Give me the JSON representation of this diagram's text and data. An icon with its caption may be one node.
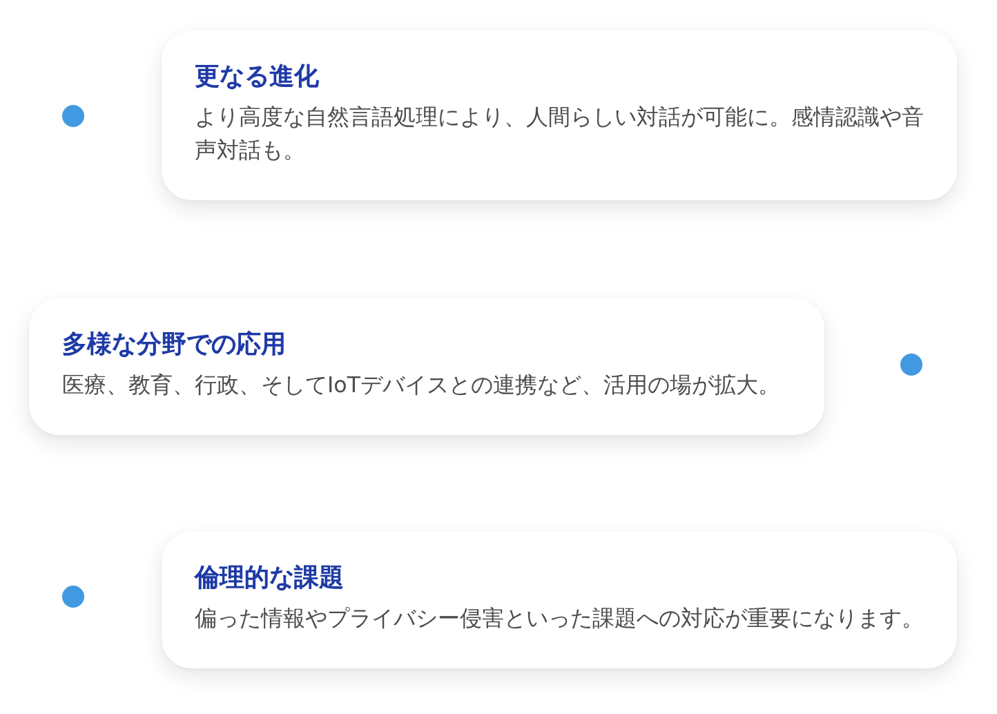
{
  "diagram": {
    "nodes": [
      {
        "text": [
          "更なる進化",
          "より高度な自然言語処理により、人間らしい対話が可能に。感情認識や音声対話も。"
        ]
      },
      {
        "text": [
          "多様な分野での応用",
          "医療、教育、行政、そしてIoTデバイスとの連携など、活用の場が拡大。"
        ]
      },
      {
        "text": [
          "倫理的な課題",
          "偏った情報やプライバシー侵害といった課題への対応が重要になります。"
        ]
      }
    ]
  }
}
